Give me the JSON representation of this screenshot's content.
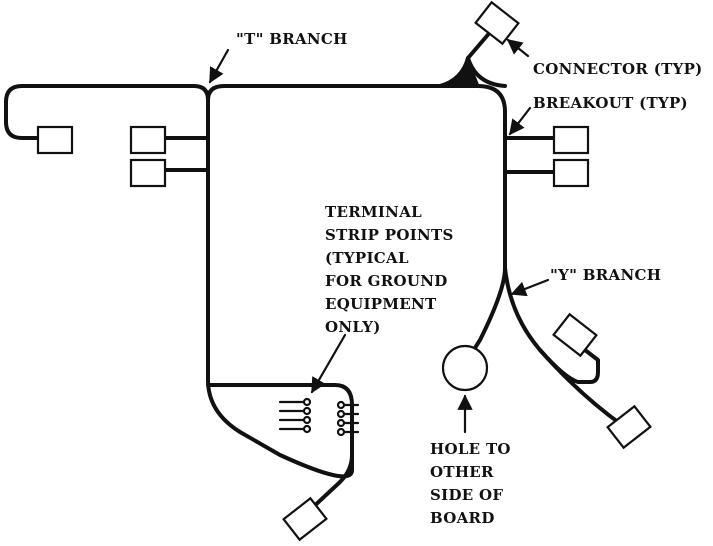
{
  "labels": {
    "t_branch": "\"T\" BRANCH",
    "connector": "CONNECTOR (TYP)",
    "breakout": "BREAKOUT (TYP)",
    "terminal": [
      "TERMINAL",
      "STRIP POINTS",
      "(TYPICAL",
      "FOR GROUND",
      "EQUIPMENT",
      "ONLY)"
    ],
    "y_branch": "\"Y\" BRANCH",
    "hole": [
      "HOLE TO",
      "OTHER",
      "SIDE OF",
      "BOARD"
    ]
  }
}
